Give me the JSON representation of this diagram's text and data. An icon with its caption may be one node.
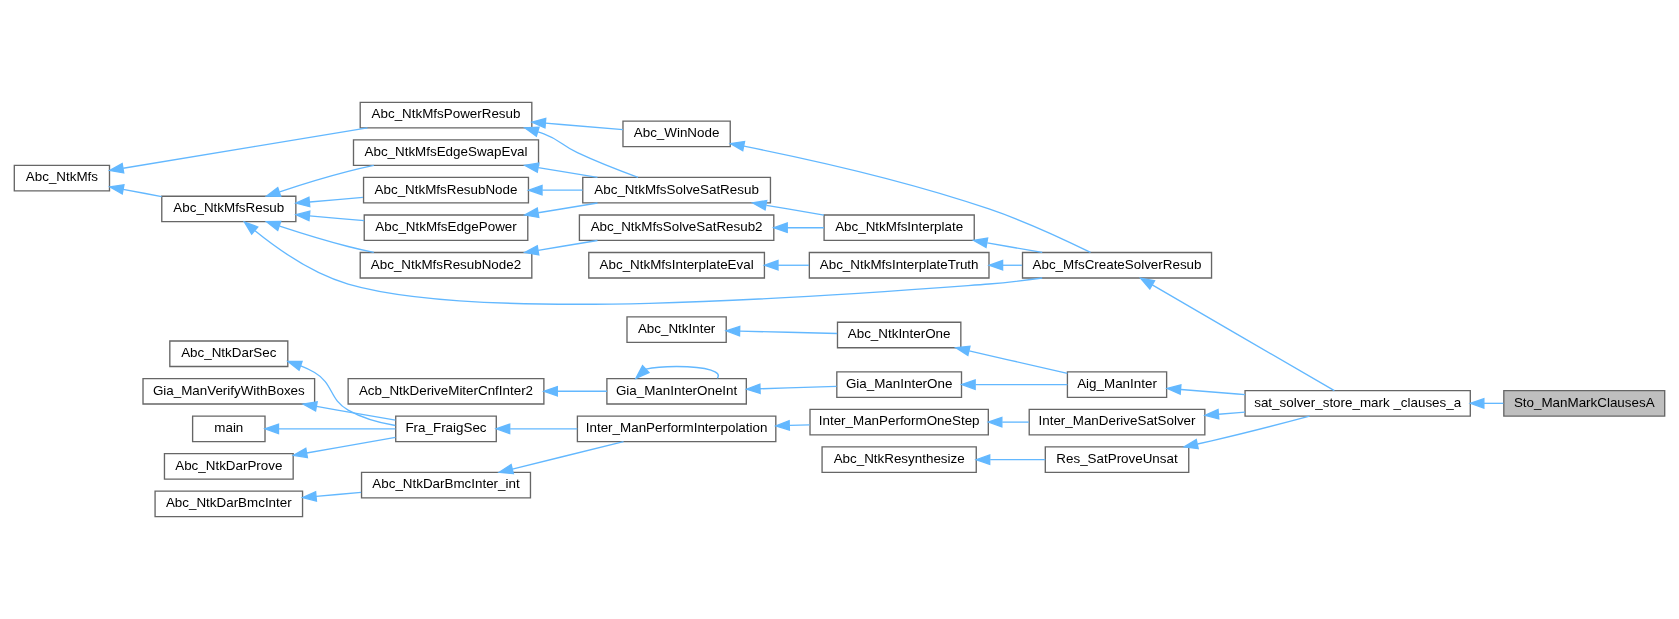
{
  "diagram": {
    "nodes": [
      {
        "text": [
          "Sto_ManMarkClausesA"
        ]
      },
      {
        "text": [
          "sat_solver_store_mark _clauses_a"
        ]
      },
      {
        "text": [
          "Abc_MfsCreateSolverResub"
        ]
      },
      {
        "text": [
          "Aig_ManInter"
        ]
      },
      {
        "text": [
          "Inter_ManDeriveSatSolver"
        ]
      },
      {
        "text": [
          "Res_SatProveUnsat"
        ]
      },
      {
        "text": [
          "Abc_WinNode"
        ]
      },
      {
        "text": [
          "Abc_NtkMfsInterplate"
        ]
      },
      {
        "text": [
          "Abc_NtkMfsInterplateTruth"
        ]
      },
      {
        "text": [
          "Abc_NtkInterOne"
        ]
      },
      {
        "text": [
          "Gia_ManInterOne"
        ]
      },
      {
        "text": [
          "Inter_ManPerformOneStep"
        ]
      },
      {
        "text": [
          "Abc_NtkResynthesize"
        ]
      },
      {
        "text": [
          "Abc_NtkMfsPowerResub"
        ]
      },
      {
        "text": [
          "Abc_NtkMfsSolveSatResub"
        ]
      },
      {
        "text": [
          "Abc_NtkMfsSolveSatResub2"
        ]
      },
      {
        "text": [
          "Abc_NtkMfsInterplateEval"
        ]
      },
      {
        "text": [
          "Abc_NtkInter"
        ]
      },
      {
        "text": [
          "Gia_ManInterOneInt"
        ]
      },
      {
        "text": [
          "Inter_ManPerformInterpolation"
        ]
      },
      {
        "text": [
          "Abc_NtkMfsEdgeSwapEval"
        ]
      },
      {
        "text": [
          "Abc_NtkMfsResubNode"
        ]
      },
      {
        "text": [
          "Abc_NtkMfsEdgePower"
        ]
      },
      {
        "text": [
          "Abc_NtkMfsResubNode2"
        ]
      },
      {
        "text": [
          "Acb_NtkDeriveMiterCnfInter2"
        ]
      },
      {
        "text": [
          "Fra_FraigSec"
        ]
      },
      {
        "text": [
          "Abc_NtkDarBmcInter_int"
        ]
      },
      {
        "text": [
          "Abc_NtkMfs"
        ]
      },
      {
        "text": [
          "Abc_NtkMfsResub"
        ]
      },
      {
        "text": [
          "Abc_NtkDarSec"
        ]
      },
      {
        "text": [
          "Gia_ManVerifyWithBoxes"
        ]
      },
      {
        "text": [
          "main"
        ]
      },
      {
        "text": [
          "Abc_NtkDarProve"
        ]
      },
      {
        "text": [
          "Abc_NtkDarBmcInter"
        ]
      }
    ],
    "edges": [
      {
        "from": 0,
        "to": 1,
        "arrow": "to"
      },
      {
        "from": 1,
        "to": 2,
        "arrow": "to"
      },
      {
        "from": 1,
        "to": 3,
        "arrow": "to"
      },
      {
        "from": 1,
        "to": 4,
        "arrow": "to"
      },
      {
        "from": 1,
        "to": 5,
        "arrow": "to"
      },
      {
        "from": 2,
        "to": 6,
        "arrow": "to"
      },
      {
        "from": 2,
        "to": 7,
        "arrow": "to"
      },
      {
        "from": 2,
        "to": 8,
        "arrow": "to"
      },
      {
        "from": 2,
        "to": 28,
        "arrow": "to"
      },
      {
        "from": 3,
        "to": 9,
        "arrow": "to"
      },
      {
        "from": 3,
        "to": 10,
        "arrow": "to"
      },
      {
        "from": 4,
        "to": 11,
        "arrow": "to"
      },
      {
        "from": 5,
        "to": 12,
        "arrow": "to"
      },
      {
        "from": 6,
        "to": 13,
        "arrow": "to"
      },
      {
        "from": 7,
        "to": 14,
        "arrow": "to"
      },
      {
        "from": 7,
        "to": 15,
        "arrow": "to"
      },
      {
        "from": 8,
        "to": 16,
        "arrow": "to"
      },
      {
        "from": 9,
        "to": 17,
        "arrow": "to"
      },
      {
        "from": 10,
        "to": 18,
        "arrow": "to"
      },
      {
        "from": 11,
        "to": 19,
        "arrow": "to"
      },
      {
        "from": 14,
        "to": 13,
        "arrow": "to"
      },
      {
        "from": 14,
        "to": 20,
        "arrow": "to"
      },
      {
        "from": 14,
        "to": 21,
        "arrow": "to"
      },
      {
        "from": 14,
        "to": 22,
        "arrow": "to"
      },
      {
        "from": 15,
        "to": 23,
        "arrow": "to"
      },
      {
        "from": 18,
        "to": 18,
        "arrow": "to"
      },
      {
        "from": 18,
        "to": 24,
        "arrow": "to"
      },
      {
        "from": 19,
        "to": 25,
        "arrow": "to"
      },
      {
        "from": 19,
        "to": 26,
        "arrow": "to"
      },
      {
        "from": 13,
        "to": 27,
        "arrow": "to"
      },
      {
        "from": 20,
        "to": 28,
        "arrow": "to"
      },
      {
        "from": 21,
        "to": 28,
        "arrow": "to"
      },
      {
        "from": 22,
        "to": 28,
        "arrow": "to"
      },
      {
        "from": 23,
        "to": 28,
        "arrow": "to"
      },
      {
        "from": 28,
        "to": 27,
        "arrow": "to"
      },
      {
        "from": 25,
        "to": 29,
        "arrow": "to"
      },
      {
        "from": 25,
        "to": 30,
        "arrow": "to"
      },
      {
        "from": 25,
        "to": 31,
        "arrow": "to"
      },
      {
        "from": 25,
        "to": 32,
        "arrow": "to"
      },
      {
        "from": 26,
        "to": 33,
        "arrow": "to"
      }
    ]
  }
}
